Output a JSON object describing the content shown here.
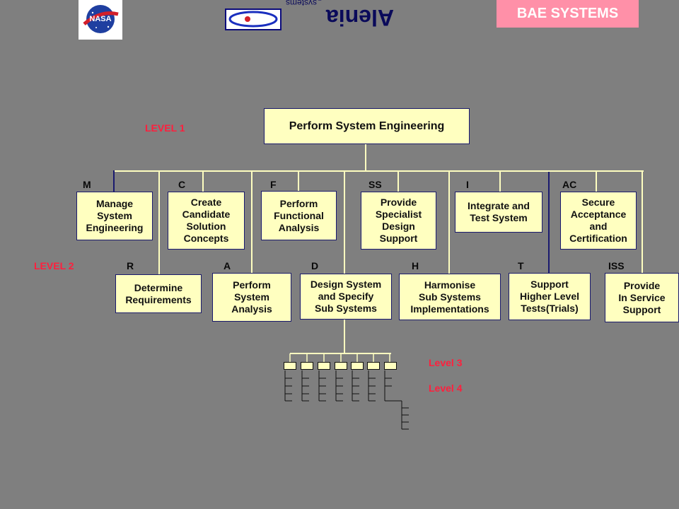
{
  "header": {
    "bae_logo_text": "BAE SYSTEMS",
    "alenia_logo_text": "Alenia Marconi",
    "alenia_logo_subtext": "systems",
    "nasa_logo_text": "NASA"
  },
  "levels": {
    "level1": "LEVEL 1",
    "level2": "LEVEL 2",
    "level3": "Level 3",
    "level4": "Level 4"
  },
  "root": {
    "label": "Perform System Engineering"
  },
  "top_row": [
    {
      "code": "M",
      "label": "Manage\nSystem\nEngineering"
    },
    {
      "code": "C",
      "label": "Create\nCandidate\nSolution\nConcepts"
    },
    {
      "code": "F",
      "label": "Perform\nFunctional\nAnalysis"
    },
    {
      "code": "SS",
      "label": "Provide\nSpecialist\nDesign\nSupport"
    },
    {
      "code": "I",
      "label": "Integrate and\nTest System"
    },
    {
      "code": "AC",
      "label": "Secure\nAcceptance\nand\nCertification"
    }
  ],
  "bottom_row": [
    {
      "code": "R",
      "label": "Determine\nRequirements"
    },
    {
      "code": "A",
      "label": "Perform\nSystem\nAnalysis"
    },
    {
      "code": "D",
      "label": "Design System\nand Specify\nSub Systems"
    },
    {
      "code": "H",
      "label": "Harmonise\nSub Systems\nImplementations"
    },
    {
      "code": "T",
      "label": "Support\nHigher Level\nTests(Trials)"
    },
    {
      "code": "ISS",
      "label": "Provide\nIn Service\nSupport"
    }
  ],
  "colors": {
    "background": "#7f7f7f",
    "box_fill": "#ffffc0",
    "level_text": "#ff1f3d",
    "bae_pink": "#ff90a8"
  }
}
